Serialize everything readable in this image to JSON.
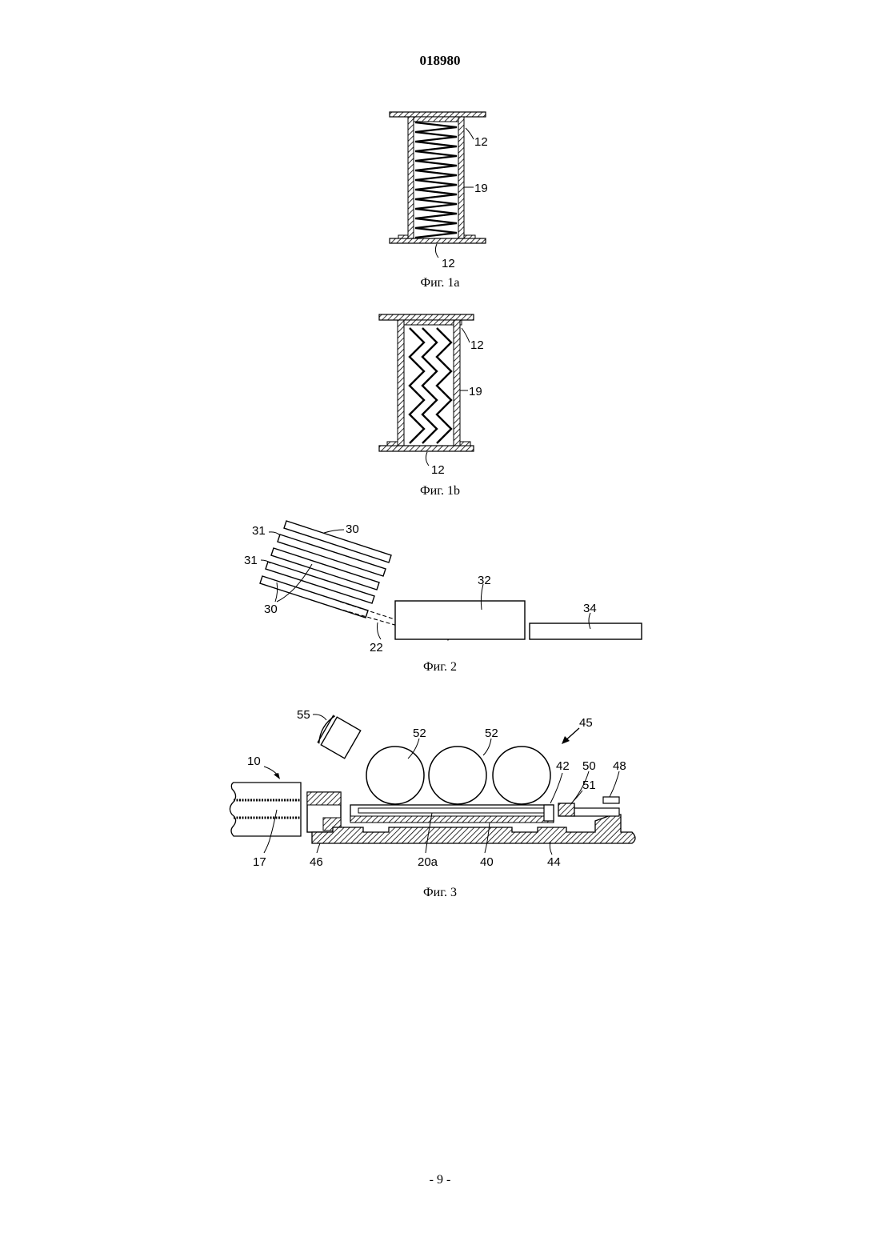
{
  "header": {
    "doc_number": "018980"
  },
  "fig1a": {
    "caption": "Фиг. 1a",
    "labels": {
      "top": "12",
      "side": "19",
      "bottom": "12"
    }
  },
  "fig1b": {
    "caption": "Фиг. 1b",
    "labels": {
      "top": "12",
      "side": "19",
      "bottom": "12"
    }
  },
  "fig2": {
    "caption": "Фиг. 2",
    "labels": {
      "l30a": "30",
      "l31a": "31",
      "l31b": "31",
      "l30b": "30",
      "l22": "22",
      "l32": "32",
      "l34": "34"
    }
  },
  "fig3": {
    "caption": "Фиг. 3",
    "labels": {
      "l55": "55",
      "l52a": "52",
      "l52b": "52",
      "l45": "45",
      "l10": "10",
      "l42": "42",
      "l50": "50",
      "l48": "48",
      "l51": "51",
      "l17": "17",
      "l46": "46",
      "l20a": "20a",
      "l40": "40",
      "l44": "44"
    }
  },
  "footer": {
    "page_number": "- 9 -"
  }
}
